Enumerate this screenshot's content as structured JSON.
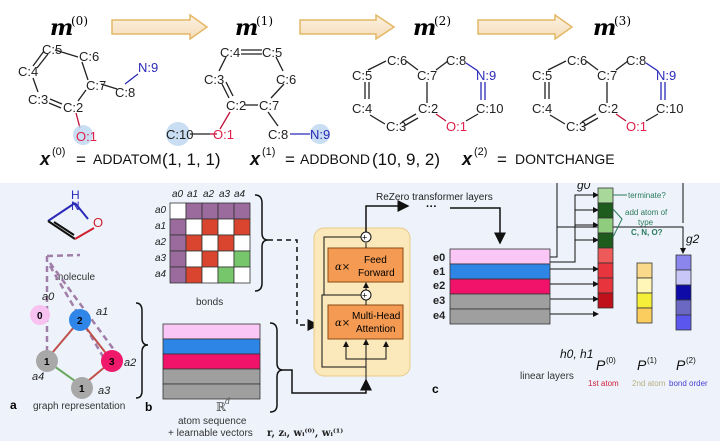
{
  "top": {
    "states": [
      {
        "label": "m",
        "sup": "(0)"
      },
      {
        "label": "m",
        "sup": "(1)"
      },
      {
        "label": "m",
        "sup": "(2)"
      },
      {
        "label": "m",
        "sup": "(3)"
      }
    ],
    "actions": [
      {
        "var": "x",
        "sup": "(0)",
        "op": "ADDATOM",
        "args": "(1, 1, 1)"
      },
      {
        "var": "x",
        "sup": "(1)",
        "op": "ADDBOND",
        "args": "(10, 9, 2)"
      },
      {
        "var": "x",
        "sup": "(2)",
        "op": "DONTCHANGE",
        "args": ""
      }
    ],
    "molecules": [
      {
        "atoms": [
          "C:5",
          "C:6",
          "C:4",
          "C:7",
          "N:9",
          "C:8",
          "C:3",
          "C:2",
          "O:1"
        ]
      },
      {
        "atoms": [
          "C:4",
          "C:5",
          "C:3",
          "C:6",
          "C:2",
          "C:7",
          "C:10",
          "O:1",
          "C:8",
          "N:9"
        ]
      },
      {
        "atoms": [
          "C:6",
          "C:8",
          "C:5",
          "C:7",
          "N:9",
          "C:4",
          "C:2",
          "C:10",
          "C:3",
          "O:1"
        ]
      },
      {
        "atoms": [
          "C:6",
          "C:8",
          "C:5",
          "C:7",
          "N:9",
          "C:4",
          "C:2",
          "C:10",
          "C:3",
          "O:1"
        ]
      }
    ]
  },
  "panel_a": {
    "molecule_caption": "molecule",
    "atoms": {
      "h": "H",
      "n": "N",
      "o": "O"
    },
    "graph_caption": "graph representation",
    "panel_letter": "a",
    "nodes": [
      {
        "id": "a0",
        "value": "0",
        "color": "#f7c2f0"
      },
      {
        "id": "a1",
        "value": "2",
        "color": "#2f86e8"
      },
      {
        "id": "a2",
        "value": "3",
        "color": "#f0186a"
      },
      {
        "id": "a3",
        "value": "1",
        "color": "#a8a8a8"
      },
      {
        "id": "a4",
        "value": "1",
        "color": "#a8a8a8"
      }
    ],
    "node_labels": [
      "a0",
      "a1",
      "a2",
      "a3",
      "a4"
    ]
  },
  "panel_b": {
    "panel_letter": "b",
    "matrix_headers": [
      "a0",
      "a1",
      "a2",
      "a3",
      "a4"
    ],
    "matrix": [
      [
        "w",
        "p",
        "p",
        "p",
        "p"
      ],
      [
        "p",
        "w",
        "r",
        "w",
        "r"
      ],
      [
        "p",
        "r",
        "w",
        "r",
        "w"
      ],
      [
        "p",
        "w",
        "r",
        "w",
        "g"
      ],
      [
        "p",
        "r",
        "w",
        "g",
        "w"
      ]
    ],
    "matrix_colors": {
      "w": "#ffffff",
      "p": "#9b6b9e",
      "r": "#d9452f",
      "g": "#77c66b"
    },
    "bonds_caption": "bonds",
    "sequence_colors": [
      "#f9c6f5",
      "#2d86e6",
      "#f1136a",
      "#9f9f9f",
      "#9f9f9f"
    ],
    "space_label": "ℝ",
    "space_sup": "d",
    "sequence_caption_1": "atom sequence",
    "sequence_caption_2": "+ learnable vectors",
    "vectors_label": "r, zᵢ, wᵢ⁽⁰⁾, wᵢ⁽¹⁾"
  },
  "transformer": {
    "title": "ReZero transformer layers",
    "ellipsis": "···",
    "ff_alpha": "α×",
    "ff_label_1": "Feed",
    "ff_label_2": "Forward",
    "mha_alpha": "α×",
    "mha_label_1": "Multi-Head",
    "mha_label_2": "Attention",
    "plus": "+"
  },
  "panel_c": {
    "panel_letter": "c",
    "embeddings": [
      "e0",
      "e1",
      "e2",
      "e3",
      "e4"
    ],
    "embedding_colors": [
      "#f9c6f5",
      "#2d86e6",
      "#f1136a",
      "#9f9f9f",
      "#9f9f9f"
    ],
    "linear_caption": "linear layers",
    "g0": "g0",
    "g2": "g2",
    "h_label": "h0, h1",
    "terminate": "terminate?",
    "add_atom_1": "add atom of",
    "add_atom_2": "type",
    "add_atom_3": "C, N, O?",
    "p0": {
      "label": "P",
      "sup": "(0)",
      "caption": "1st atom",
      "colors": [
        "#a8d99a",
        "#1e5c1e",
        "#8fcc7d",
        "#1e5c1e",
        "#ee5a5a",
        "#e8343c",
        "#e8343c",
        "#c0101c"
      ]
    },
    "p1": {
      "label": "P",
      "sup": "(1)",
      "caption": "2nd atom",
      "colors": [
        "#fbd98a",
        "#fff6b8",
        "#f6ef3a",
        "#fbcc5e"
      ]
    },
    "p2": {
      "label": "P",
      "sup": "(2)",
      "caption": "bond order",
      "colors": [
        "#8a86ee",
        "#c8c6f6",
        "#0e0aa8",
        "#6b68c4",
        "#5a56ee"
      ]
    }
  }
}
